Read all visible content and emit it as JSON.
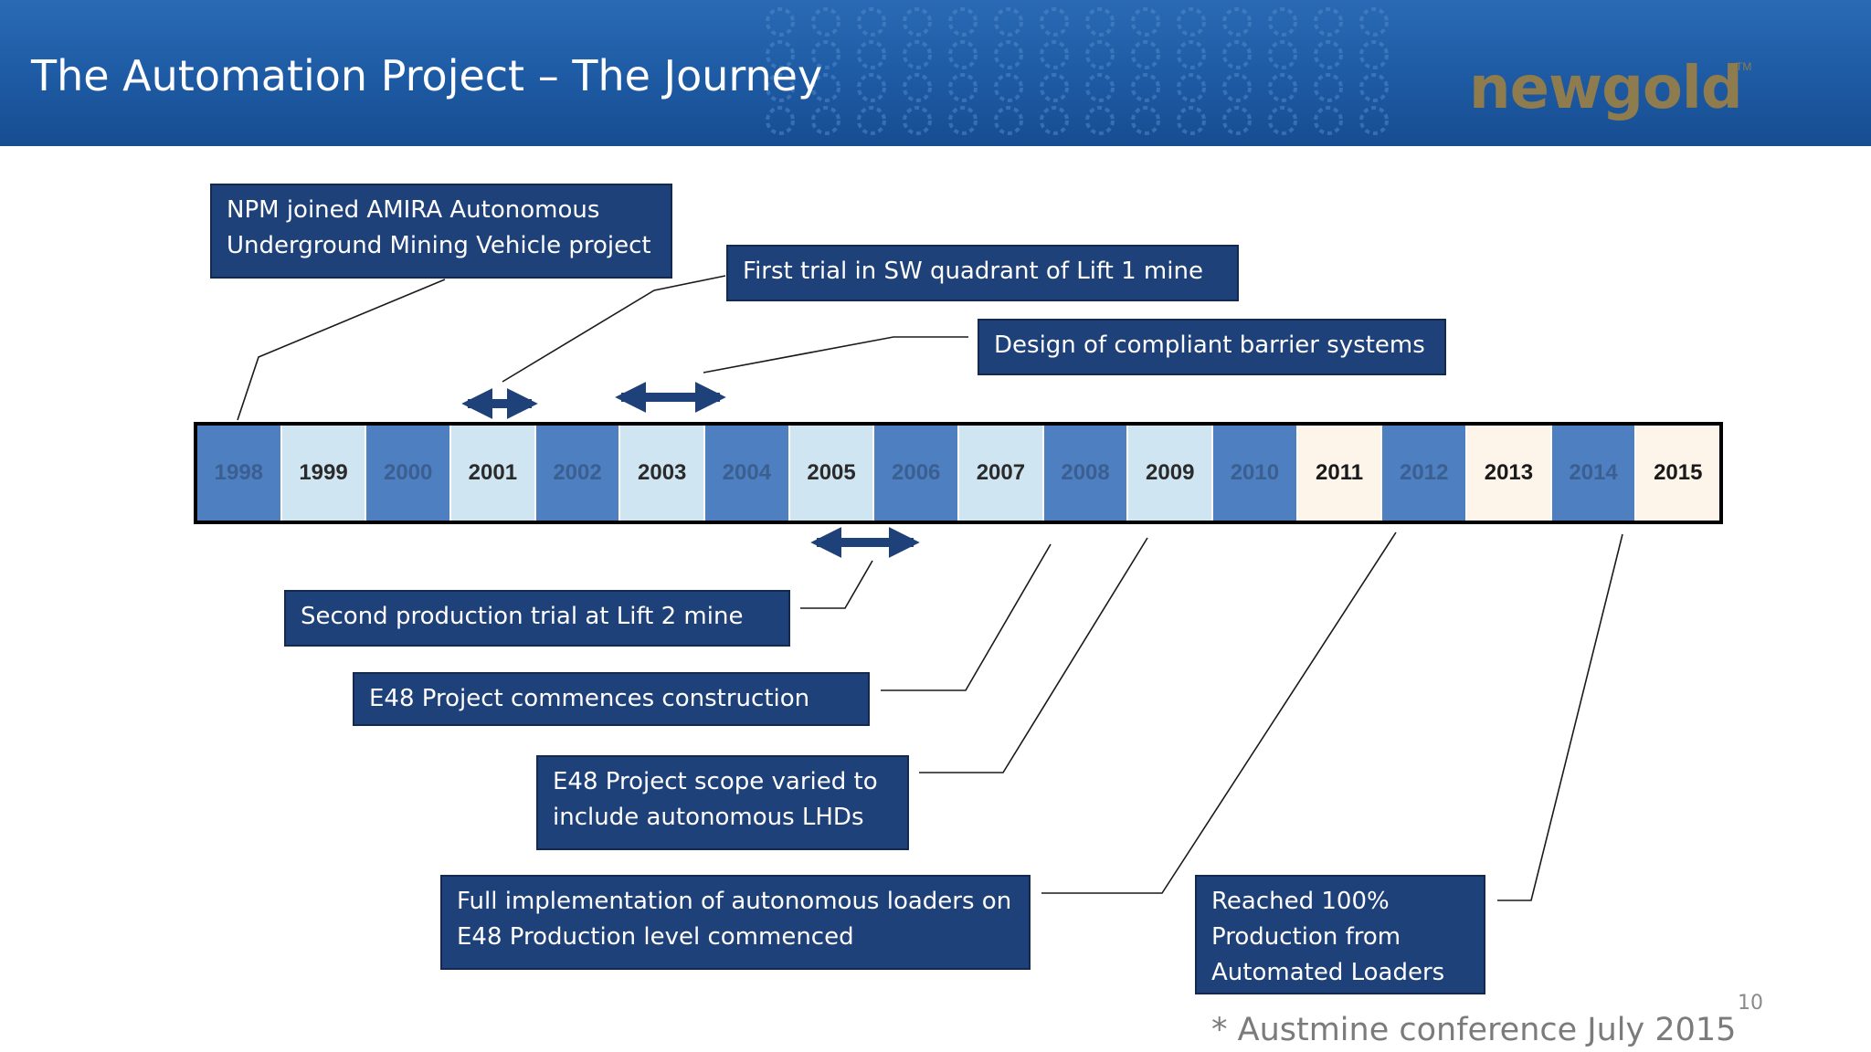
{
  "header": {
    "title": "The Automation Project – The Journey",
    "logo_text": "newgold",
    "logo_tm": "TM",
    "colors": {
      "banner": "#1d5aa3",
      "logo": "#8e7c4e"
    }
  },
  "callouts": {
    "amira": "NPM joined AMIRA Autonomous\nUnderground Mining Vehicle project",
    "first_trial": "First trial in SW quadrant of Lift 1 mine",
    "barrier": "Design of compliant barrier systems",
    "second_trial": "Second production trial at Lift 2 mine",
    "e48_construction": "E48 Project commences construction",
    "e48_scope": "E48 Project scope varied to\ninclude autonomous LHDs",
    "full_impl": "Full implementation of autonomous loaders on\nE48 Production level commenced",
    "reached_100": "Reached 100%\nProduction from\nAutomated Loaders"
  },
  "timeline": {
    "years": [
      "1998",
      "1999",
      "2000",
      "2001",
      "2002",
      "2003",
      "2004",
      "2005",
      "2006",
      "2007",
      "2008",
      "2009",
      "2010",
      "2011",
      "2012",
      "2013",
      "2014",
      "2015"
    ],
    "colors": {
      "dark": "#4e7fc0",
      "light": "#cfe5f1",
      "cream": "#fdf4ea",
      "callout": "#1f4179",
      "arrow": "#1f4179"
    }
  },
  "footer": {
    "page_number": "10",
    "footnote": "* Austmine conference July 2015"
  }
}
